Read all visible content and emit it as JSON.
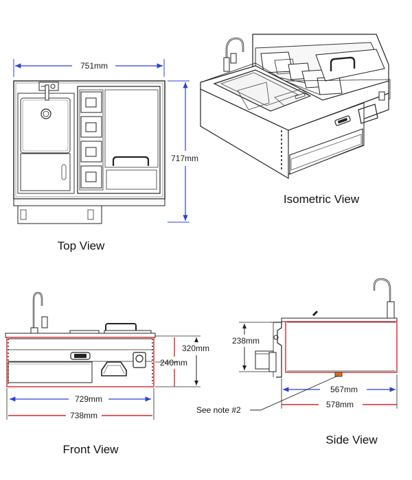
{
  "views": {
    "top": {
      "title": "Top View"
    },
    "isometric": {
      "title": "Isometric View"
    },
    "front": {
      "title": "Front View"
    },
    "side": {
      "title": "Side View"
    }
  },
  "dimensions": {
    "top_width": "751mm",
    "top_depth": "717mm",
    "front_upper_height": "320mm",
    "front_lower_height": "240mm",
    "front_inner_width": "729mm",
    "front_outer_width": "738mm",
    "side_height": "238mm",
    "side_inner_depth": "567mm",
    "side_outer_depth": "578mm"
  },
  "notes": {
    "note2": "See note #2"
  },
  "colors": {
    "dimension_line": "#2b3fd9",
    "highlight_outline": "#d8262e",
    "outline": "#222222"
  }
}
